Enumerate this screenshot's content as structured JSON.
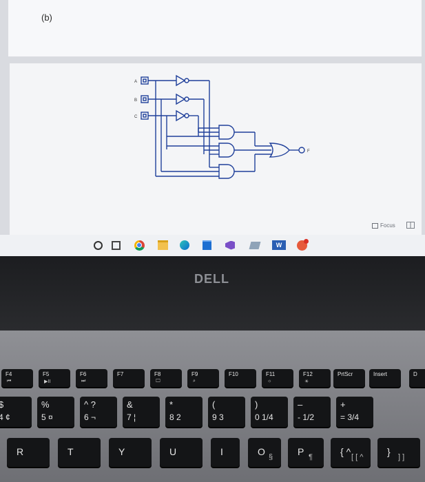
{
  "document": {
    "part_label": "(b)"
  },
  "circuit": {
    "inputs": [
      "A",
      "B",
      "C"
    ],
    "output": "F"
  },
  "statusbar": {
    "focus_label": "Focus"
  },
  "bezel": {
    "brand": "DELL"
  },
  "keyboard": {
    "function_row": [
      {
        "main": "F4",
        "alt": "⏮"
      },
      {
        "main": "F5",
        "alt": "▶II"
      },
      {
        "main": "F6",
        "alt": "⏭"
      },
      {
        "main": "F7",
        "alt": ""
      },
      {
        "main": "F8",
        "alt": "🖵"
      },
      {
        "main": "F9",
        "alt": "⌕"
      },
      {
        "main": "F10",
        "alt": ""
      },
      {
        "main": "F11",
        "alt": "☼"
      },
      {
        "main": "F12",
        "alt": "☀"
      },
      {
        "main": "PrtScr",
        "alt": "Insert"
      },
      {
        "main": "Insert",
        "alt": ""
      },
      {
        "main": "D",
        "alt": ""
      }
    ],
    "number_row": [
      {
        "top": "$",
        "bottom": "4 ¢"
      },
      {
        "top": "%",
        "bottom": "5 ¤"
      },
      {
        "top": "^  ?",
        "bottom": "6 ¬"
      },
      {
        "top": "&",
        "bottom": "7 ¦"
      },
      {
        "top": "*",
        "bottom": "8  2"
      },
      {
        "top": "(",
        "bottom": "9  3"
      },
      {
        "top": ")",
        "bottom": "0  1/4"
      },
      {
        "top": "–",
        "bottom": "-  1/2"
      },
      {
        "top": "+",
        "bottom": "=  3/4"
      }
    ],
    "letter_row": [
      {
        "main": "R",
        "alt": ""
      },
      {
        "main": "T",
        "alt": ""
      },
      {
        "main": "Y",
        "alt": ""
      },
      {
        "main": "U",
        "alt": ""
      },
      {
        "main": "I",
        "alt": ""
      },
      {
        "main": "O",
        "alt": "§"
      },
      {
        "main": "P",
        "alt": "¶"
      },
      {
        "main": "{  ^",
        "alt": "[  [ ^"
      },
      {
        "main": "}",
        "alt": "] ]"
      }
    ]
  }
}
